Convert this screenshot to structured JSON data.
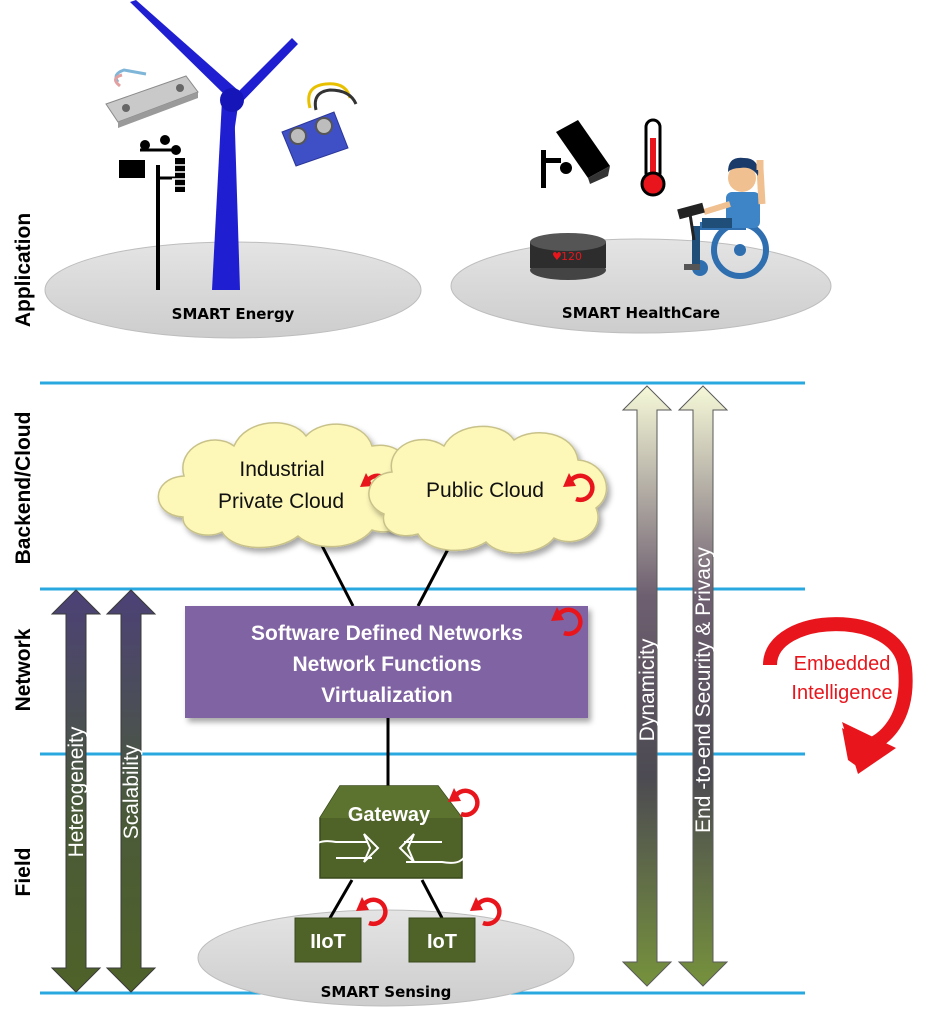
{
  "layers": {
    "application": "Application",
    "backend": "Backend/Cloud",
    "network": "Network",
    "field": "Field"
  },
  "application": {
    "energy_label": "SMART Energy",
    "healthcare_label": "SMART HealthCare",
    "wristband_reading": "120"
  },
  "clouds": {
    "private_line1": "Industrial",
    "private_line2": "Private Cloud",
    "public": "Public Cloud"
  },
  "network_box": {
    "line1": "Software Defined Networks",
    "line2": "Network Functions",
    "line3": "Virtualization"
  },
  "field": {
    "gateway": "Gateway",
    "iiot": "IIoT",
    "iot": "IoT",
    "sensing_label": "SMART Sensing"
  },
  "arrows": {
    "heterogeneity": "Heterogeneity",
    "scalability": "Scalability",
    "dynamicity": "Dynamicity",
    "security": "End -to-end Security & Privacy"
  },
  "embedded_intelligence": {
    "line1": "Embedded",
    "line2": "Intelligence"
  },
  "colors": {
    "divider": "#29a8e0",
    "network_box": "#8063a2",
    "gateway": "#4f6228",
    "refresh": "#e8161c",
    "cloud": "#fdf7b8",
    "ellipse": "#d8d8d8"
  }
}
